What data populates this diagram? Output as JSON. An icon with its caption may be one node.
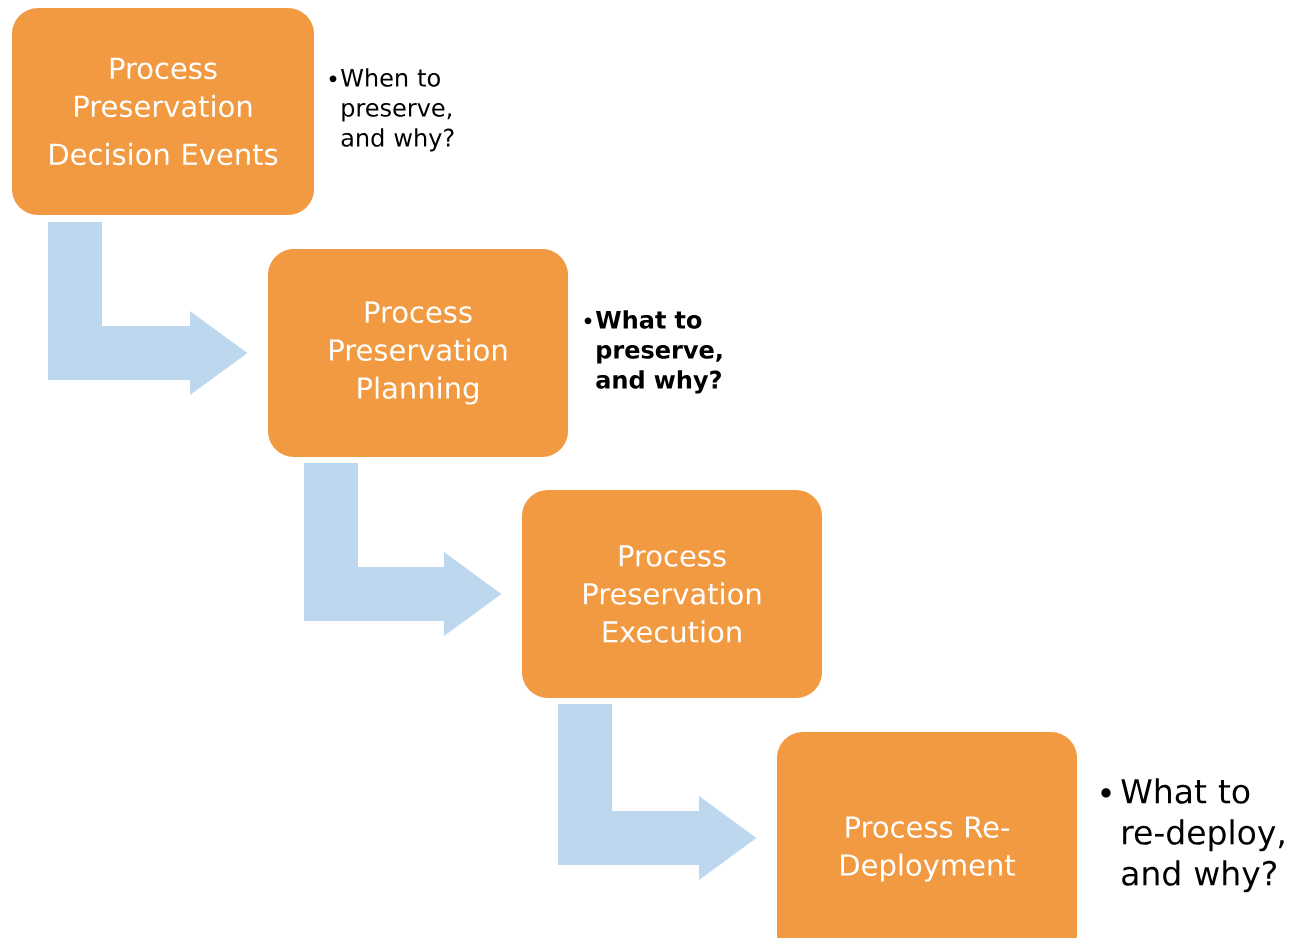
{
  "diagram": {
    "nodes": [
      {
        "text": [
          "Process Preservation",
          "Decision Events"
        ],
        "beside": [
          "When to preserve, and why?"
        ]
      },
      {
        "text": [
          "Process Preservation Planning"
        ],
        "beside": [
          "What to preserve, and why?"
        ]
      },
      {
        "text": [
          "Process Preservation Execution"
        ]
      },
      {
        "text": [
          "Process Re-Deployment"
        ],
        "beside": [
          "What to re-deploy, and why?"
        ]
      }
    ],
    "edges": [
      {
        "from": 0,
        "to": 1,
        "arrow": "to"
      },
      {
        "from": 1,
        "to": 2,
        "arrow": "to"
      },
      {
        "from": 2,
        "to": 3,
        "arrow": "to"
      }
    ]
  }
}
